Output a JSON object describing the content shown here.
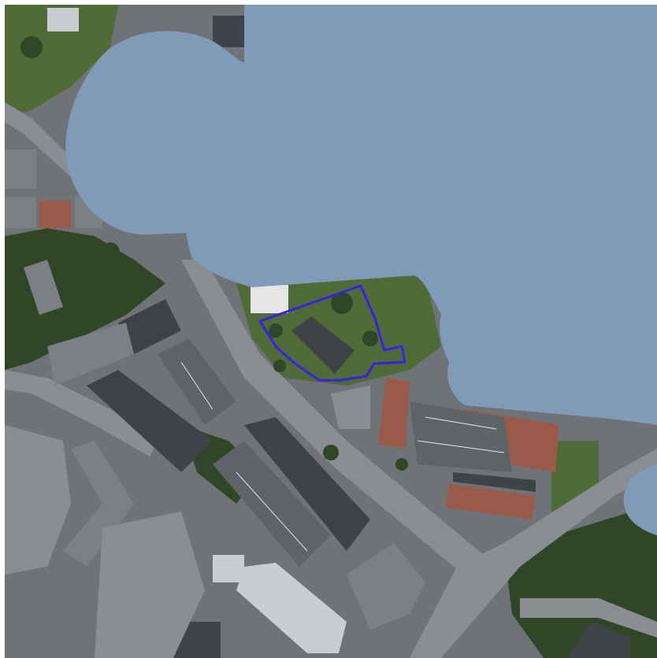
{
  "map": {
    "type": "aerial-photo",
    "colors": {
      "mask": "#7f9bb8",
      "parcel_outline": "#3a1fe8",
      "vegetation": "#4f6b37",
      "dark_vegetation": "#2f4726",
      "asphalt": "#6f7377",
      "dark_roof": "#3f4246",
      "grey_roof": "#7c8084",
      "light_roof": "#c9ccd0",
      "red_roof": "#9a5a4a",
      "road": "#8a8e92",
      "court": "#5e6367",
      "white_building": "#e5e6e8",
      "frame": "#ffffff"
    },
    "features": [
      "masked-area",
      "highlighted-parcel",
      "buildings",
      "sports-courts",
      "parking-lots",
      "roads",
      "vegetation"
    ]
  }
}
